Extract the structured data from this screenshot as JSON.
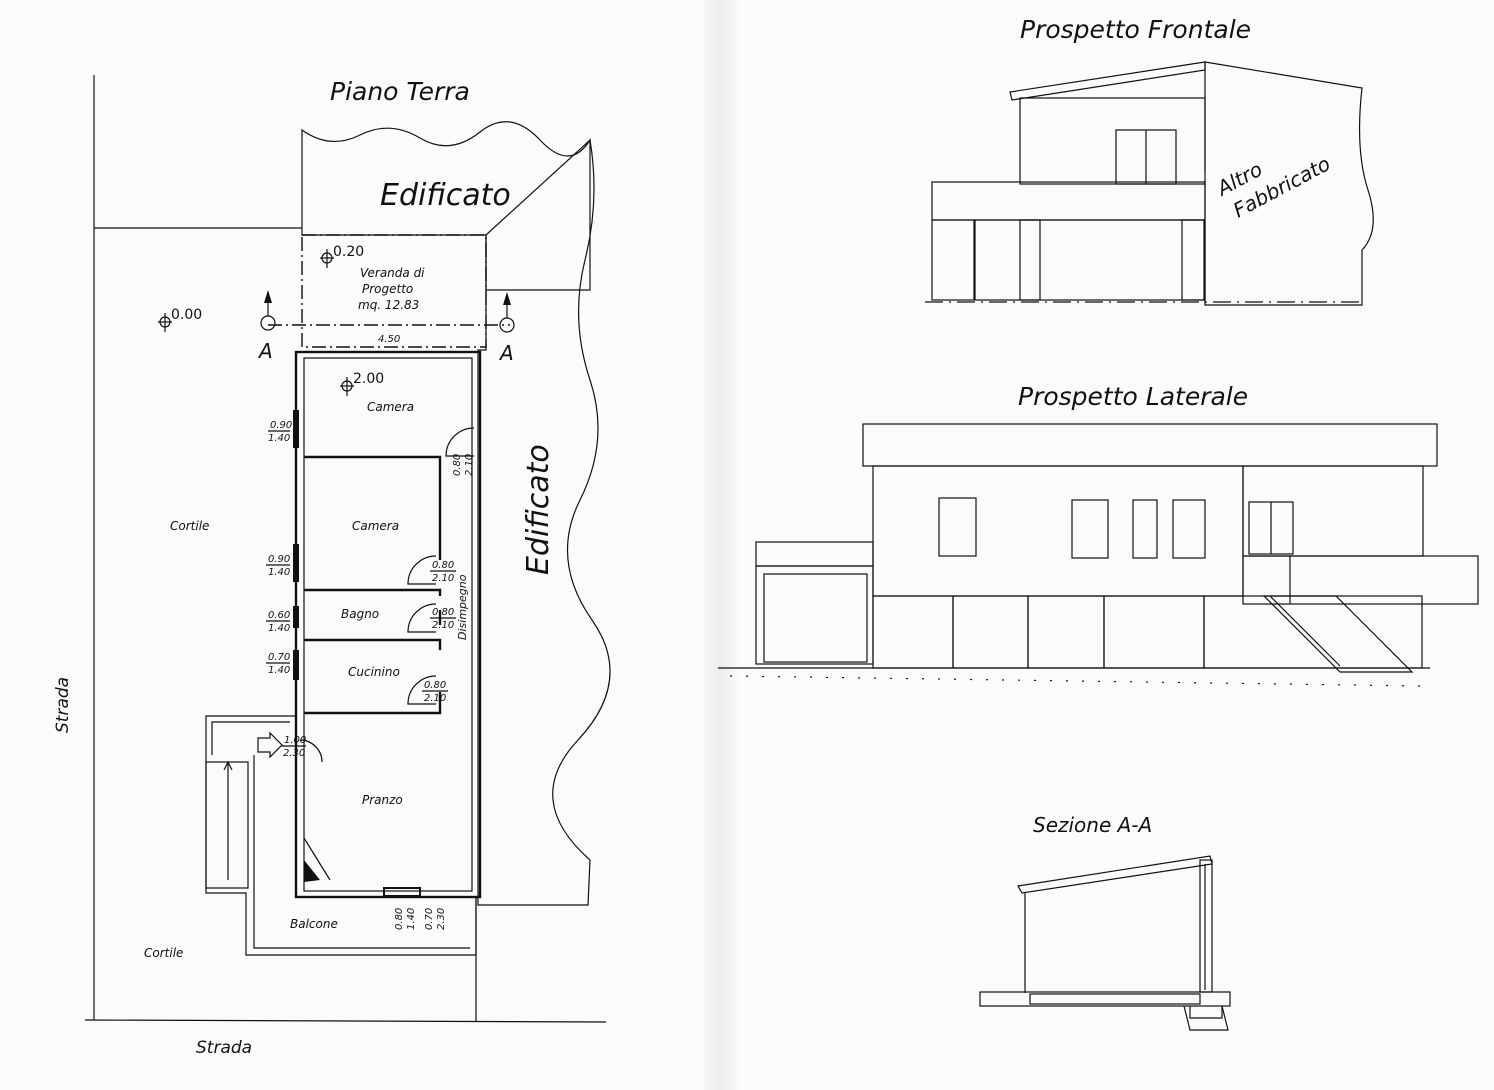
{
  "titles": {
    "ground_floor": "Piano Terra",
    "front_elevation": "Prospetto Frontale",
    "side_elevation": "Prospetto Laterale",
    "section": "Sezione A-A"
  },
  "plan": {
    "built_top": "Edificato",
    "built_right": "Edificato",
    "veranda_line1": "Veranda di",
    "veranda_line2": "Progetto",
    "veranda_area": "mq. 12.83",
    "veranda_width": "4.50",
    "level_veranda": "0.20",
    "level_ground": "0.00",
    "level_floor": "2.00",
    "section_mark": "A",
    "rooms": {
      "camera_1": "Camera",
      "camera_2": "Camera",
      "bagno": "Bagno",
      "cucinino": "Cucinino",
      "pranzo": "Pranzo",
      "disimpegno": "Disimpegno",
      "balcone": "Balcone"
    },
    "courtyard_1": "Cortile",
    "courtyard_2": "Cortile",
    "street_left": "Strada",
    "street_bottom": "Strada",
    "windows": [
      {
        "w": "0.90",
        "h": "1.40"
      },
      {
        "w": "0.90",
        "h": "1.40"
      },
      {
        "w": "0.60",
        "h": "1.40"
      },
      {
        "w": "0.70",
        "h": "1.40"
      }
    ],
    "doors": [
      {
        "w": "0.80",
        "h": "2.10"
      },
      {
        "w": "0.80",
        "h": "2.10"
      },
      {
        "w": "0.80",
        "h": "2.10"
      },
      {
        "w": "0.80",
        "h": "2.10"
      }
    ],
    "entrance": {
      "w": "1.00",
      "h": "2.30"
    },
    "bottom_window": {
      "w": "0.80",
      "h": "1.40"
    },
    "bottom_door": {
      "w": "0.70",
      "h": "2.30"
    }
  },
  "front": {
    "other_building_line1": "Altro",
    "other_building_line2": "Fabbricato"
  }
}
